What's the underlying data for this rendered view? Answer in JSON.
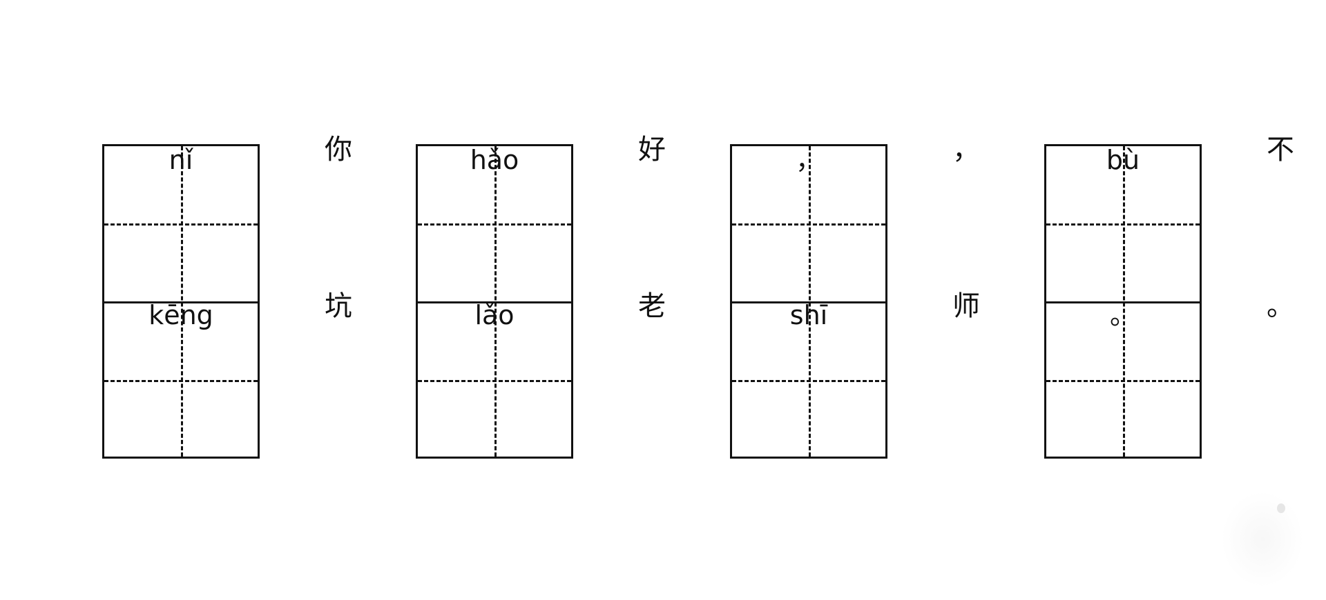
{
  "cells": [
    {
      "pinyin_top": "nǐ",
      "char_top": "你",
      "pinyin_bottom": "kēng",
      "char_bottom": "坑"
    },
    {
      "pinyin_top": "hǎo",
      "char_top": "好",
      "pinyin_bottom": "lǎo",
      "char_bottom": "老"
    },
    {
      "pinyin_top": "，",
      "char_top": "，",
      "pinyin_bottom": "shī",
      "char_bottom": "师"
    },
    {
      "pinyin_top": "bù",
      "char_top": "不",
      "pinyin_bottom": "。",
      "char_bottom": "。"
    }
  ]
}
